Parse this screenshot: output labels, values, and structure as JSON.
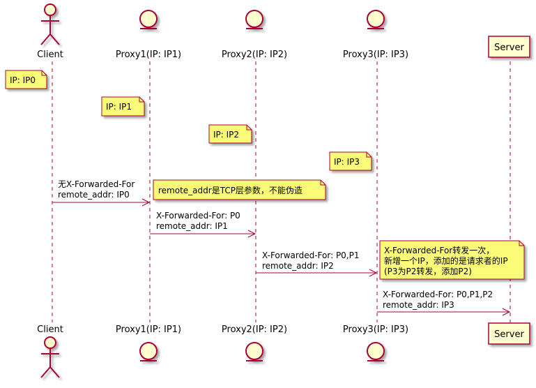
{
  "participants": {
    "client": "Client",
    "proxy1": "Proxy1(IP: IP1)",
    "proxy2": "Proxy2(IP: IP2)",
    "proxy3": "Proxy3(IP: IP3)",
    "server": "Server"
  },
  "notes": {
    "client_ip": "IP: IP0",
    "proxy1_ip": "IP: IP1",
    "proxy2_ip": "IP: IP2",
    "proxy3_ip": "IP: IP3",
    "tcp_note": "remote_addr是TCP层参数，不能伪造",
    "forward_note": [
      "X-Forwarded-For转发一次，",
      "新增一个IP，添加的是请求者的IP",
      "(P3为P2转发，添加P2)"
    ]
  },
  "messages": [
    {
      "from": "Client",
      "to": "Proxy1(IP: IP1)",
      "lines": [
        "无X-Forwarded-For",
        "remote_addr: IP0"
      ]
    },
    {
      "from": "Proxy1(IP: IP1)",
      "to": "Proxy2(IP: IP2)",
      "lines": [
        "X-Forwarded-For: P0",
        "remote_addr: IP1"
      ]
    },
    {
      "from": "Proxy2(IP: IP2)",
      "to": "Proxy3(IP: IP3)",
      "lines": [
        "X-Forwarded-For: P0,P1",
        "remote_addr: IP2"
      ]
    },
    {
      "from": "Proxy3(IP: IP3)",
      "to": "Server",
      "lines": [
        "X-Forwarded-For: P0,P1,P2",
        "remote_addr: IP3"
      ]
    }
  ],
  "colors": {
    "line": "#A80036",
    "actor_fill": "#FEFECE",
    "note_fill": "#FBFB77"
  }
}
